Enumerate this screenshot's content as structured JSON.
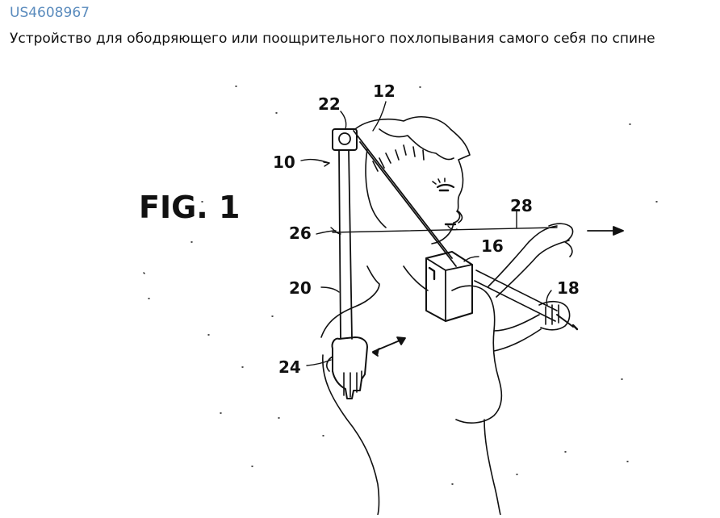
{
  "post": {
    "link_text": "US4608967",
    "title": "Устройство для ободряющего или поощрительного похлопывания самого себя по спине"
  },
  "figure": {
    "fig_label": "FIG. 1",
    "ref_numbers": {
      "n10": "10",
      "n12": "12",
      "n16": "16",
      "n18": "18",
      "n20": "20",
      "n22": "22",
      "n24": "24",
      "n26": "26",
      "n28": "28"
    },
    "ink_color": "#111111"
  }
}
